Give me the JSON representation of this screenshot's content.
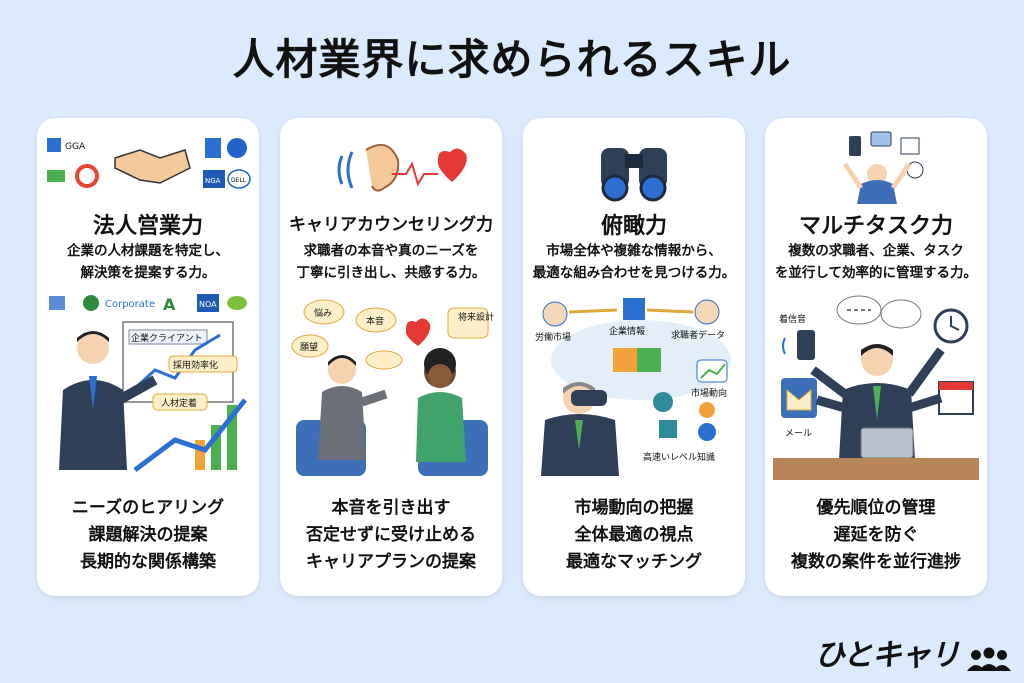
{
  "title": "人材業界に求められるスキル",
  "cards": [
    {
      "title": "法人営業力",
      "desc": [
        "企業の人材課題を特定し、",
        "解決策を提案する力。"
      ],
      "logos": [
        "GGA",
        "NGA",
        "DELL",
        "Corporate",
        "NOA"
      ],
      "illus_labels": [
        "企業クライアント",
        "採用効率化",
        "人材定着"
      ],
      "bullets": [
        "ニーズのヒアリング",
        "課題解決の提案",
        "長期的な関係構築"
      ]
    },
    {
      "title": "キャリアカウンセリング力",
      "desc": [
        "求職者の本音や真のニーズを",
        "丁寧に引き出し、共感する力。"
      ],
      "illus_labels": [
        "悩み",
        "本音",
        "将来設計",
        "願望"
      ],
      "bullets": [
        "本音を引き出す",
        "否定せずに受け止める",
        "キャリアプランの提案"
      ]
    },
    {
      "title": "俯瞰力",
      "desc": [
        "市場全体や複雑な情報から、",
        "最適な組み合わせを見つける力。"
      ],
      "illus_labels": [
        "企業情報",
        "労働市場",
        "求職者データ",
        "市場動向",
        "高速いレベル知識"
      ],
      "bullets": [
        "市場動向の把握",
        "全体最適の視点",
        "最適なマッチング"
      ]
    },
    {
      "title": "マルチタスク力",
      "desc": [
        "複数の求職者、企業、タスク",
        "を並行して効率的に管理する力。"
      ],
      "illus_labels": [
        "着信音",
        "メール"
      ],
      "bullets": [
        "優先順位の管理",
        "遅延を防ぐ",
        "複数の案件を並行進捗"
      ]
    }
  ],
  "brand": "ひとキャリ",
  "colors": {
    "background": "#dbeafc",
    "card": "#ffffff",
    "suit": "#2f3f57",
    "accent": "#f2a23a"
  }
}
